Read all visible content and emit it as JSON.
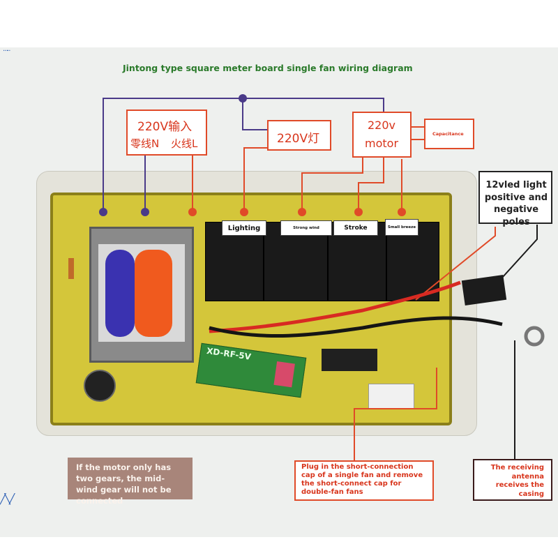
{
  "title": "Jintong type square meter board single fan wiring diagram",
  "input_box": {
    "line1": "220V输入",
    "neutral": "零线N",
    "live": "火线L"
  },
  "lamp_box": {
    "label": "220V灯"
  },
  "motor_box": {
    "line1": "220v",
    "line2": "motor"
  },
  "capacitance_box": {
    "label": "Capacitance"
  },
  "led_box": {
    "label": "12vled light positive and negative poles"
  },
  "relay_labels": {
    "lighting": "Lighting",
    "strong_wind": "Strong wind",
    "stroke": "Stroke",
    "small_breeze": "Small breeze"
  },
  "rf_module": {
    "label": "XD-RF-5V"
  },
  "notes": {
    "two_gears": "If the motor only has two gears, the mid-wind gear will not be connected",
    "short_cap": "Plug in the short-connection cap of a single fan and remove the short-connect cap for double-fan fans",
    "antenna": "The receiving antenna receives the casing"
  },
  "colors": {
    "red_line": "#e04a28",
    "navy_line": "#4a3a88",
    "pcb": "#d4c63a",
    "title": "#2a7a2a"
  }
}
